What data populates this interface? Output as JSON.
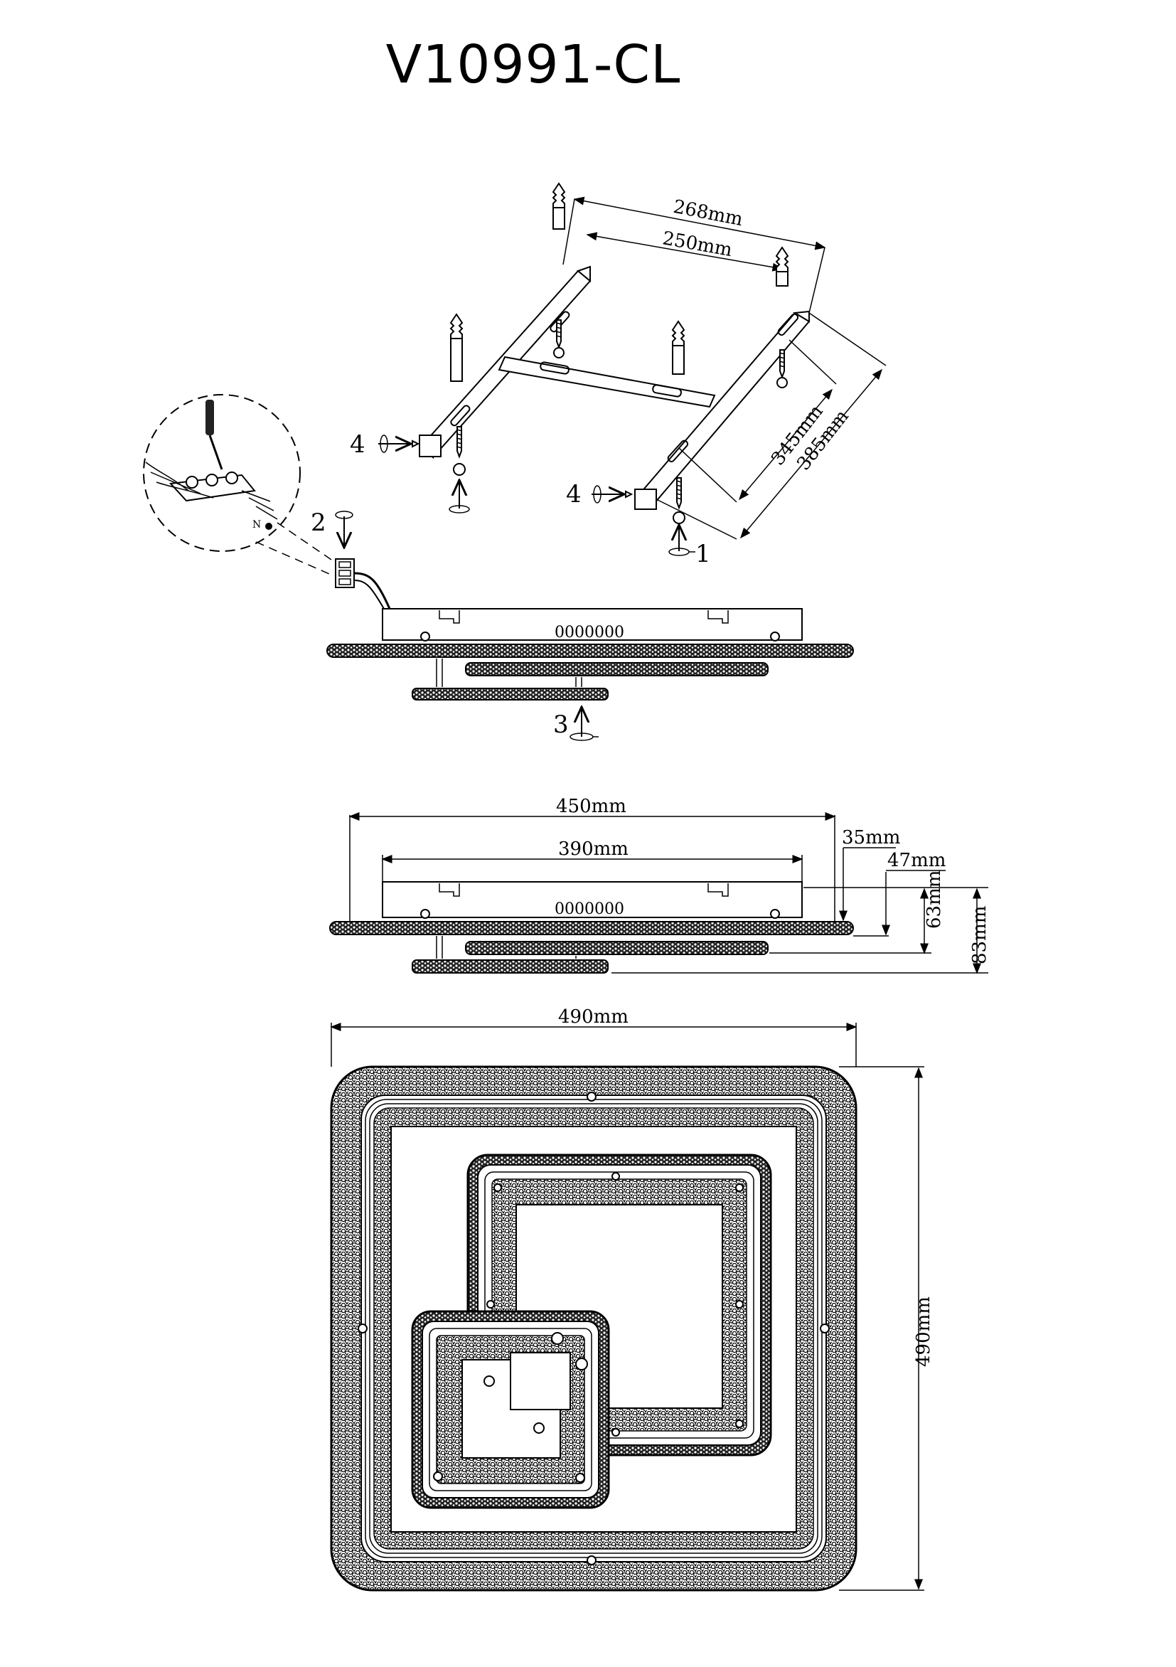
{
  "title": "V10991-CL",
  "colors": {
    "ink": "#000000",
    "paper": "#ffffff"
  },
  "bracket": {
    "dim_268": "268mm",
    "dim_250": "250mm",
    "dim_345": "345mm",
    "dim_385": "385mm"
  },
  "steps": {
    "step_1": "1",
    "step_2": "2",
    "step_3": "3",
    "step_4a": "4",
    "step_4b": "4"
  },
  "side_view": {
    "code_label": "0000000",
    "dim_450": "450mm",
    "dim_390": "390mm",
    "dim_35": "35mm",
    "dim_47": "47mm",
    "dim_63": "63mm",
    "dim_83": "83mm"
  },
  "top_view": {
    "dim_width": "490mm",
    "dim_height": "490mm"
  },
  "wiring_detail": {
    "terminal_letter": "N"
  }
}
